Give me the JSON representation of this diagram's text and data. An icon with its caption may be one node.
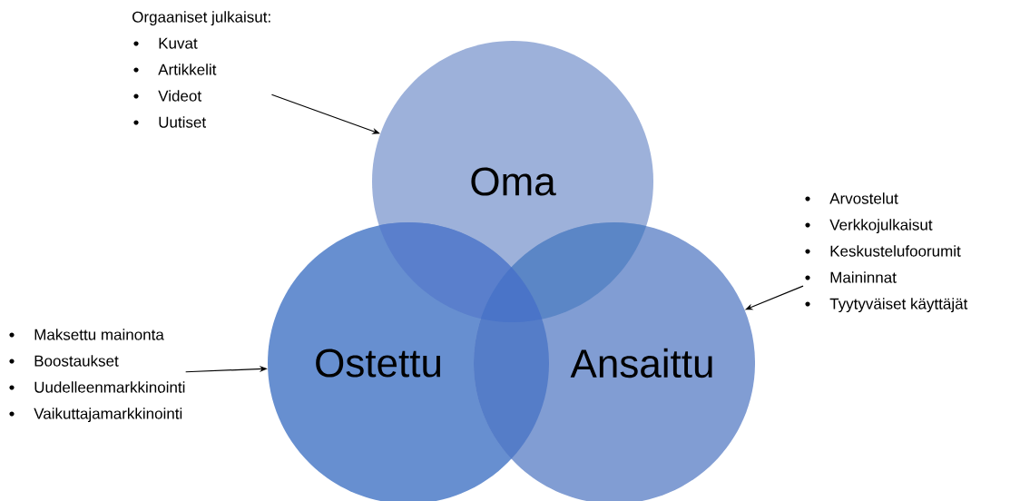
{
  "diagram": {
    "nodes": [
      {
        "text": [
          "Orgaaniset julkaisut:",
          "Kuvat",
          "Artikkelit",
          "Videot",
          "Uutiset"
        ]
      },
      {
        "text": [
          "Oma"
        ]
      },
      {
        "text": [
          "Arvostelut",
          "Verkkojulkaisut",
          "Keskustelufoorumit",
          "Maininnat",
          "Tyytyväiset käyttäjät"
        ]
      },
      {
        "text": [
          "Maksettu mainonta",
          "Boostaukset",
          "Uudelleenmarkkinointi",
          "Vaikuttajamarkkinointi"
        ]
      },
      {
        "text": [
          "Ostettu"
        ]
      },
      {
        "text": [
          "Ansaittu"
        ]
      }
    ],
    "edges": [
      {
        "from": 0,
        "to": 1,
        "arrow": "to"
      },
      {
        "from": 2,
        "to": 5,
        "arrow": "to"
      },
      {
        "from": 3,
        "to": 4,
        "arrow": "to"
      }
    ]
  }
}
